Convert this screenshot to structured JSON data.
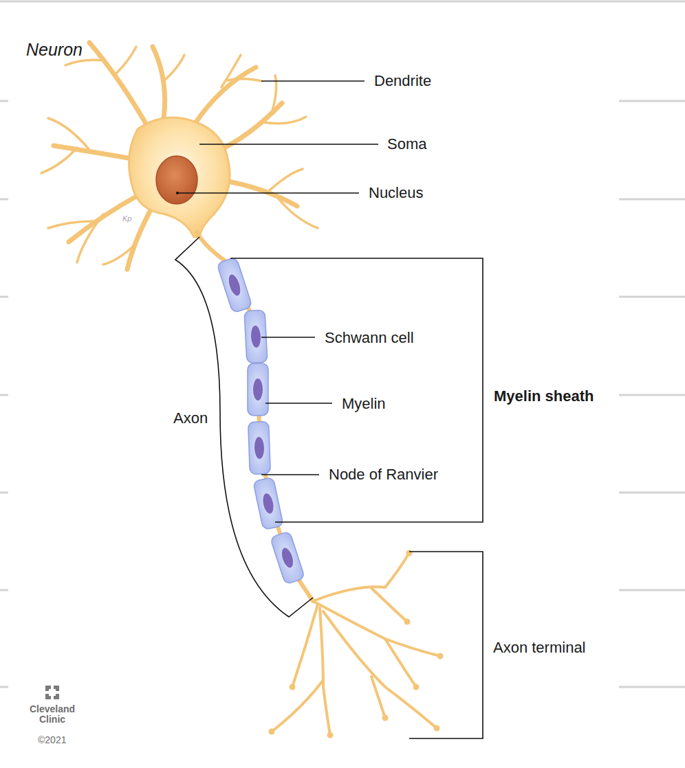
{
  "diagram": {
    "title": "Neuron",
    "labels": [
      "Dendrite",
      "Soma",
      "Nucleus",
      "Schwann cell",
      "Myelin",
      "Node of Ranvier",
      "Myelin sheath",
      "Axon",
      "Axon terminal",
      "Kp",
      "Cleveland Clinic",
      "©2021"
    ]
  }
}
